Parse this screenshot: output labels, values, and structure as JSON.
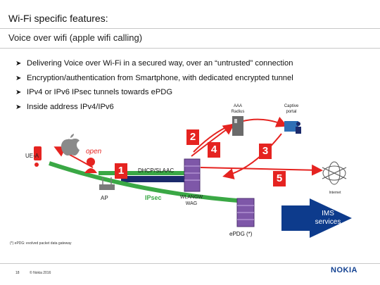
{
  "header": {
    "title": "Wi-Fi specific features:",
    "subtitle": "Voice over wifi (apple wifi calling)"
  },
  "bullets": [
    "Delivering Voice over Wi-Fi in a secured way, over an “untrusted” connection",
    "Encryption/authentication from Smartphone, with dedicated encrypted tunnel",
    "IPv4 or IPv6 IPsec tunnels towards ePDG",
    "Inside address IPv4/IPv6"
  ],
  "diagram": {
    "ue_label": "UE-A",
    "open_label": "open",
    "ap_label": "AP",
    "ipsec_label": "IPsec",
    "dhcp_label": "DHCP/SLAAC",
    "wlangw_line1": "WLANGW",
    "wlangw_line2": "WAG",
    "aaa_line1": "AAA",
    "aaa_line2": "Radius",
    "captive_line1": "Captive",
    "captive_line2": "portal",
    "internet_label": "Internet",
    "ims_line1": "IMS",
    "ims_line2": "services",
    "epdg_label": "ePDG (*)",
    "steps": [
      "1",
      "2",
      "3",
      "4",
      "5"
    ]
  },
  "colors": {
    "accent_red": "#e52320",
    "tunnel_green": "#3aa845",
    "tunnel_navy": "#1b2a6b",
    "ims_blue": "#0d3b8c",
    "nokia_blue": "#124191"
  },
  "footer": {
    "note": "(*) ePDG: evolved packet data gateway",
    "page": "18",
    "copyright": "© Nokia 2016",
    "logo": "NOKIA"
  }
}
